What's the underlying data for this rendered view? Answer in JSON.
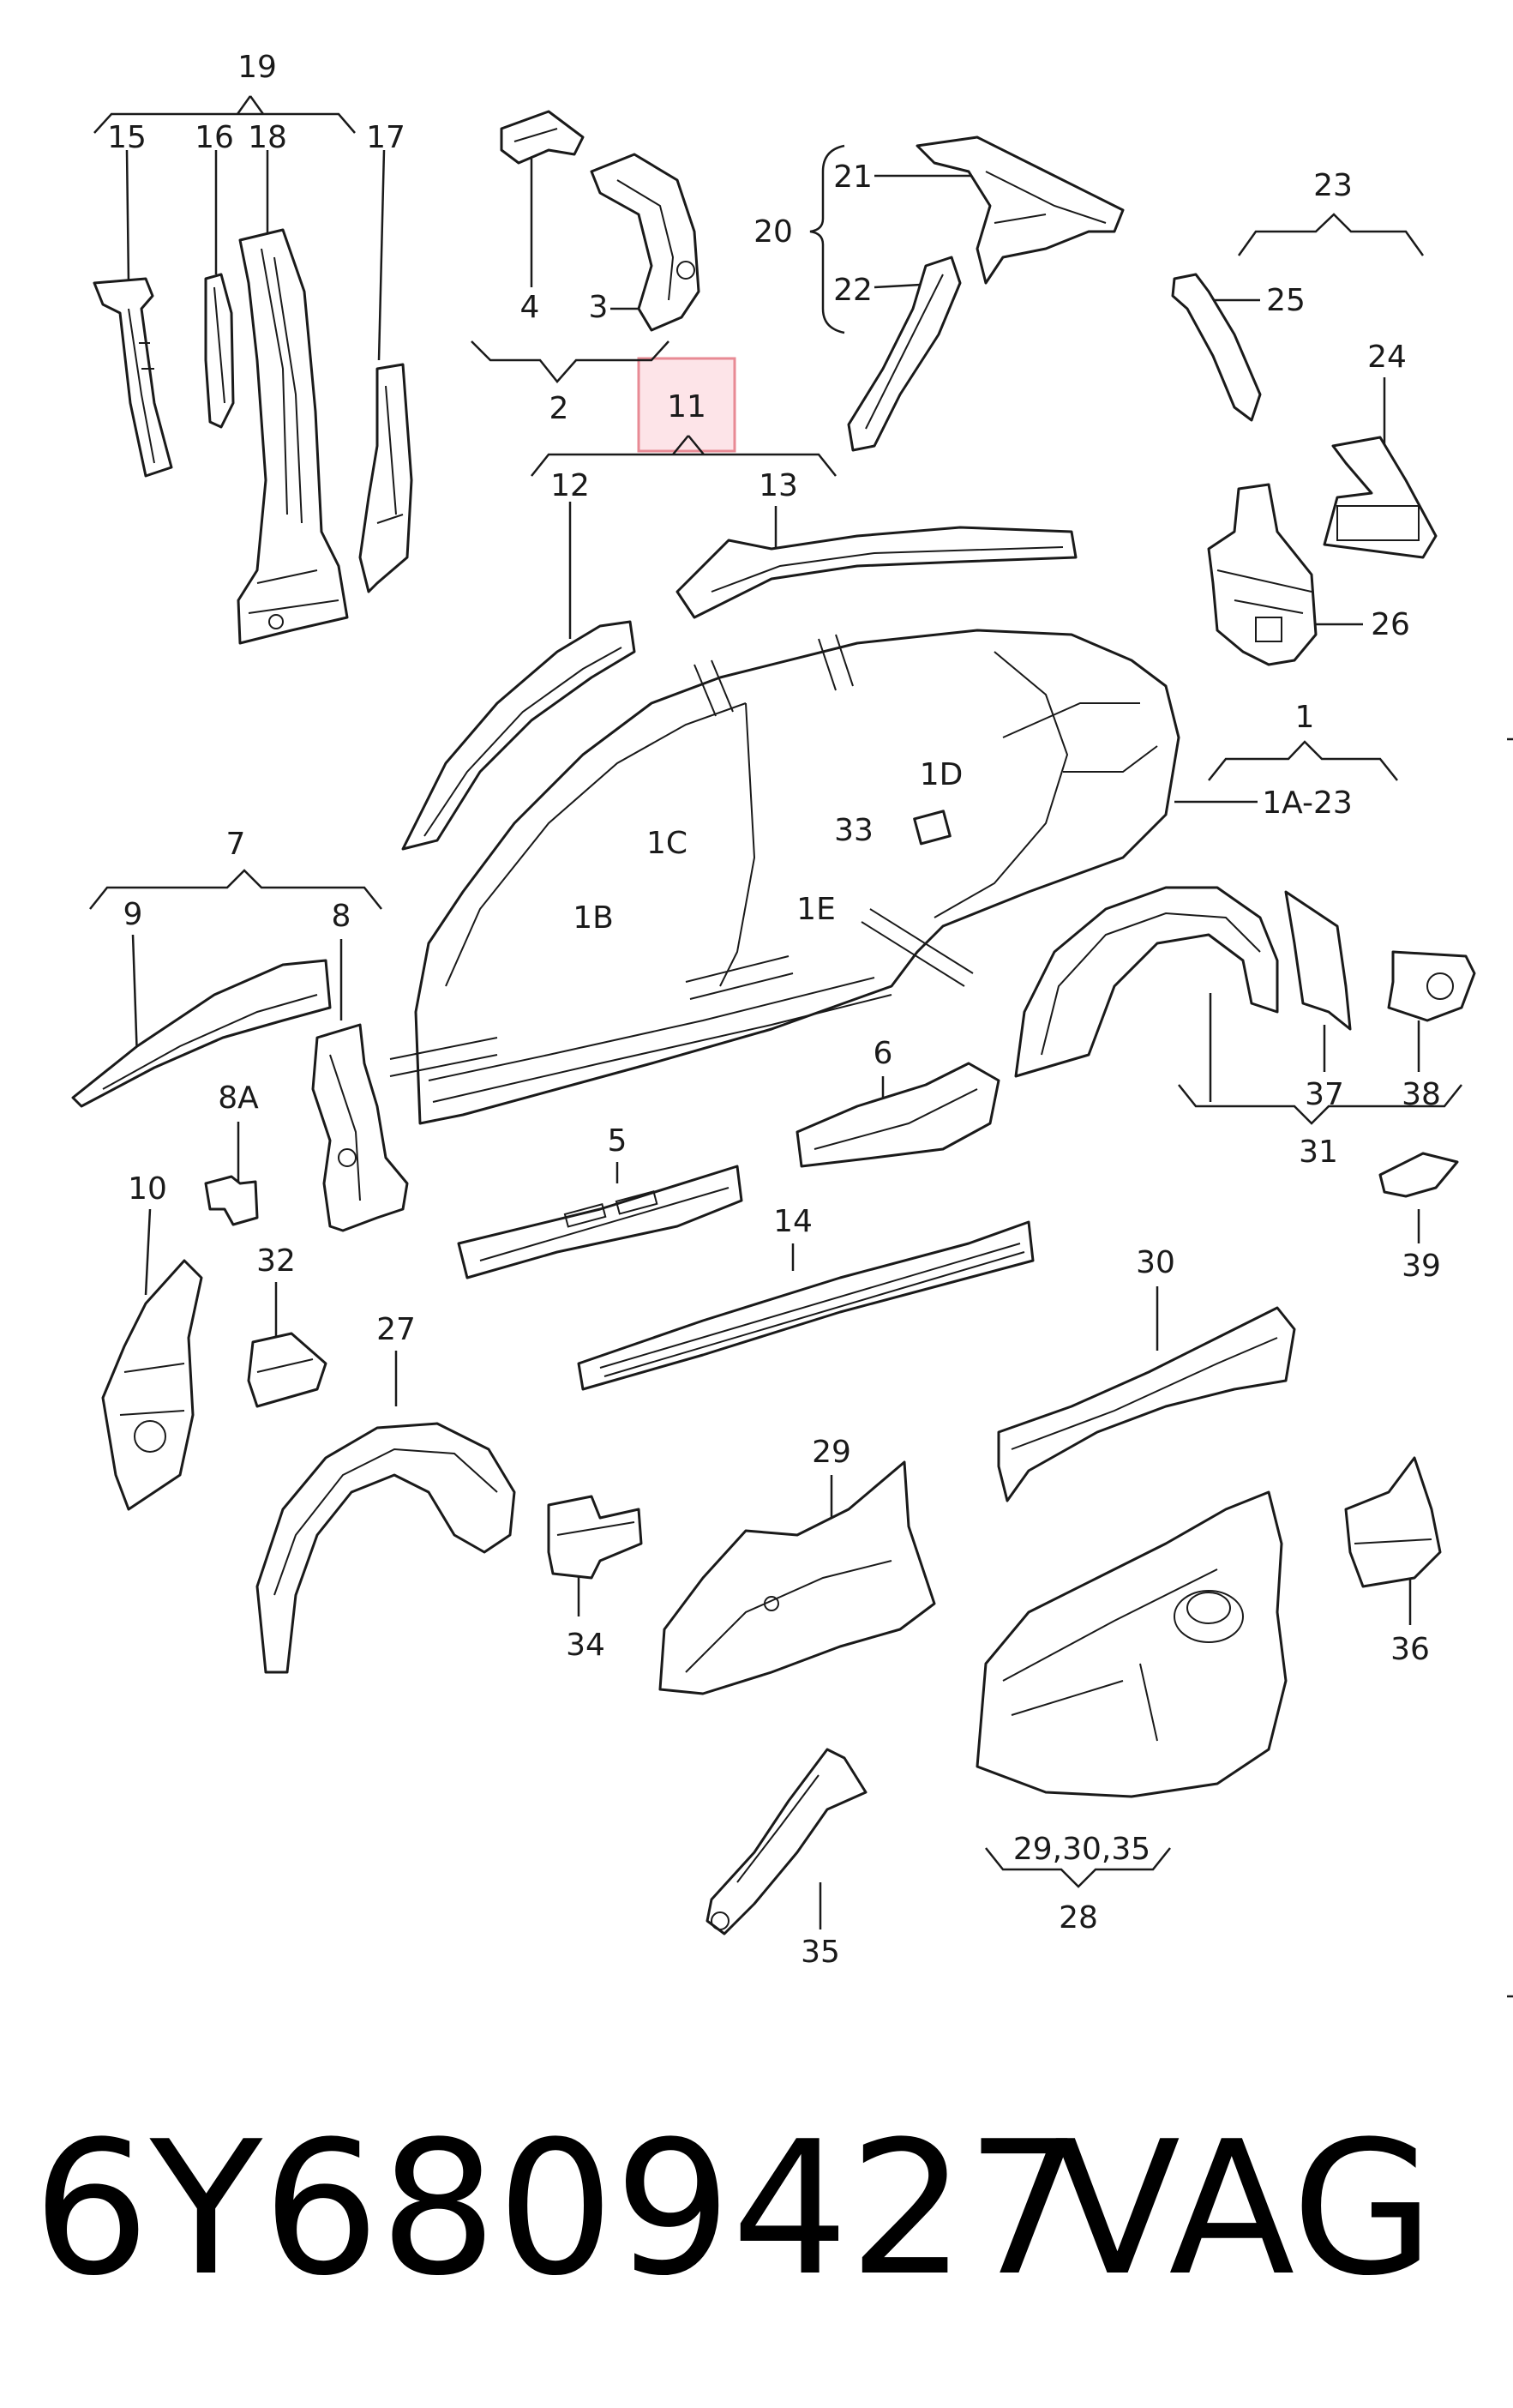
{
  "labels": {
    "l1": "1",
    "l1A": "1A-23",
    "l1B": "1B",
    "l1C": "1C",
    "l1D": "1D",
    "l1E": "1E",
    "l2": "2",
    "l3": "3",
    "l4": "4",
    "l5": "5",
    "l6": "6",
    "l7": "7",
    "l8": "8",
    "l8A": "8A",
    "l9": "9",
    "l10": "10",
    "l11": "11",
    "l12": "12",
    "l13": "13",
    "l14": "14",
    "l15": "15",
    "l16": "16",
    "l17": "17",
    "l18": "18",
    "l19": "19",
    "l20": "20",
    "l21": "21",
    "l22": "22",
    "l23": "23",
    "l24": "24",
    "l25": "25",
    "l26": "26",
    "l27": "27",
    "l28": "28",
    "l28sub": "29,30,35",
    "l29": "29",
    "l30": "30",
    "l31": "31",
    "l32": "32",
    "l33": "33",
    "l34": "34",
    "l35": "35",
    "l36": "36",
    "l37": "37",
    "l38": "38",
    "l39": "39"
  },
  "highlight_color": "#e88a94",
  "footer": {
    "part_number": "6Y6809427",
    "brand": "VAG"
  }
}
